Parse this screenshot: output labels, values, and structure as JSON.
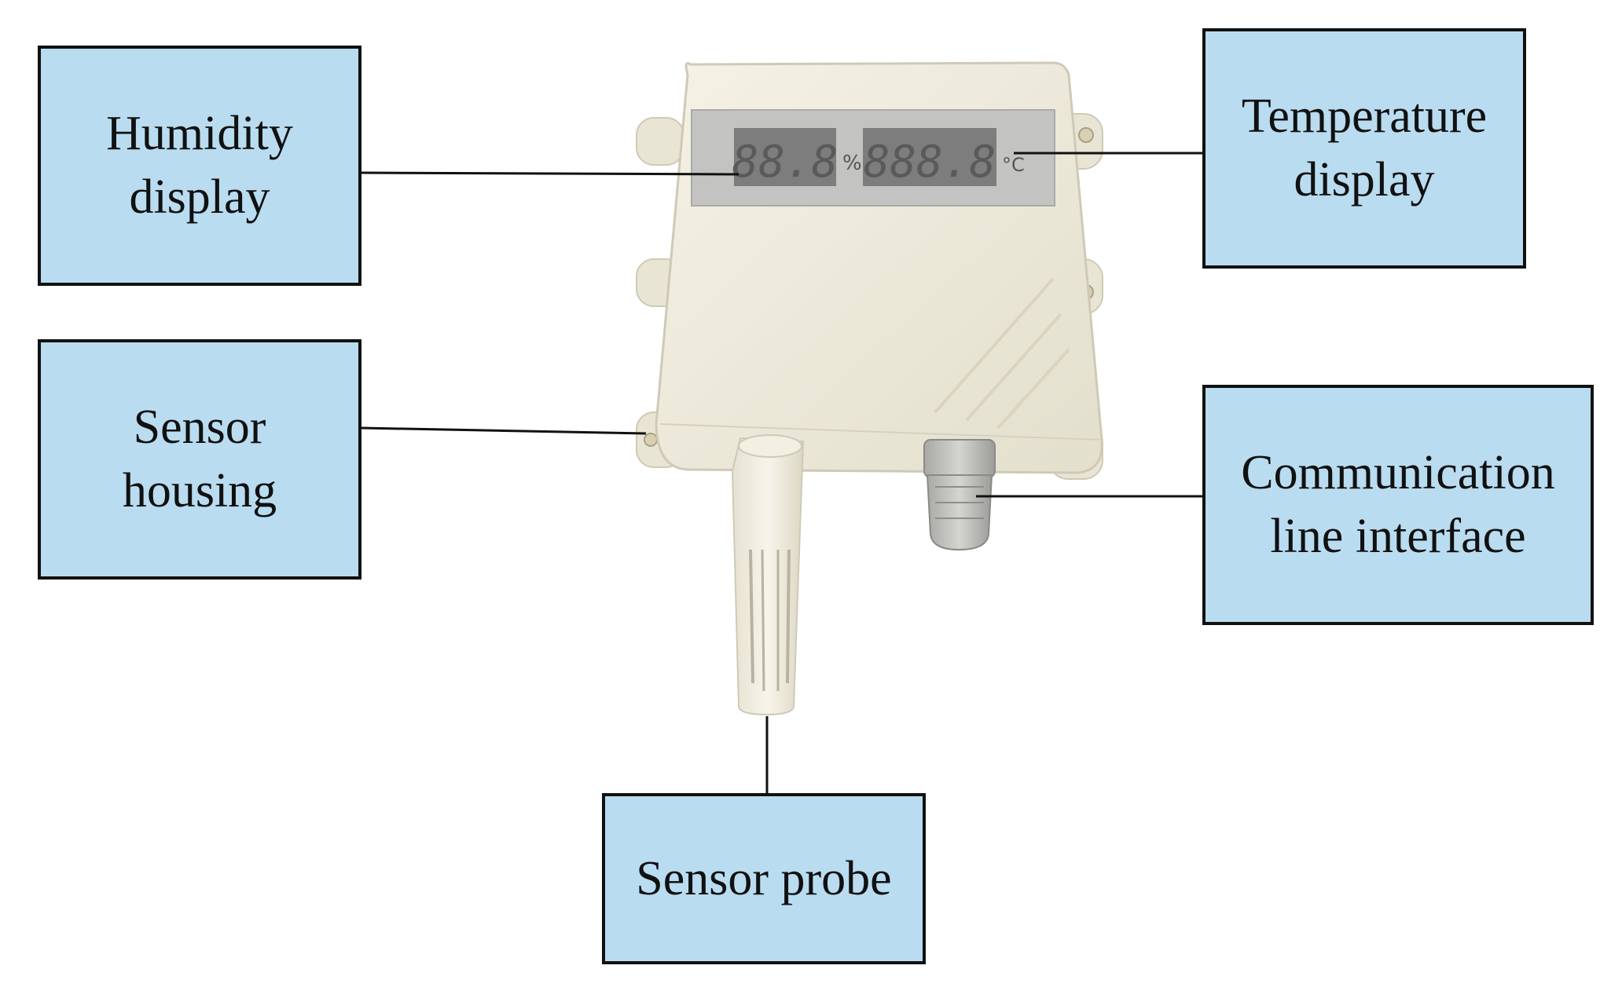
{
  "labels": {
    "humidity_display": [
      "Humidity",
      "display"
    ],
    "temperature_display": [
      "Temperature",
      "display"
    ],
    "sensor_housing": [
      "Sensor",
      "housing"
    ],
    "communication_line_interface": [
      "Communication",
      "line interface"
    ],
    "sensor_probe": [
      "Sensor probe"
    ]
  },
  "device": {
    "humidity_readout": "88.8",
    "humidity_unit": "%",
    "temperature_readout": "888.8",
    "temperature_unit": "°C"
  },
  "colors": {
    "box_fill": "#b9dcf0",
    "housing": "#efebdb",
    "display_digits": "#4a4a4a"
  }
}
